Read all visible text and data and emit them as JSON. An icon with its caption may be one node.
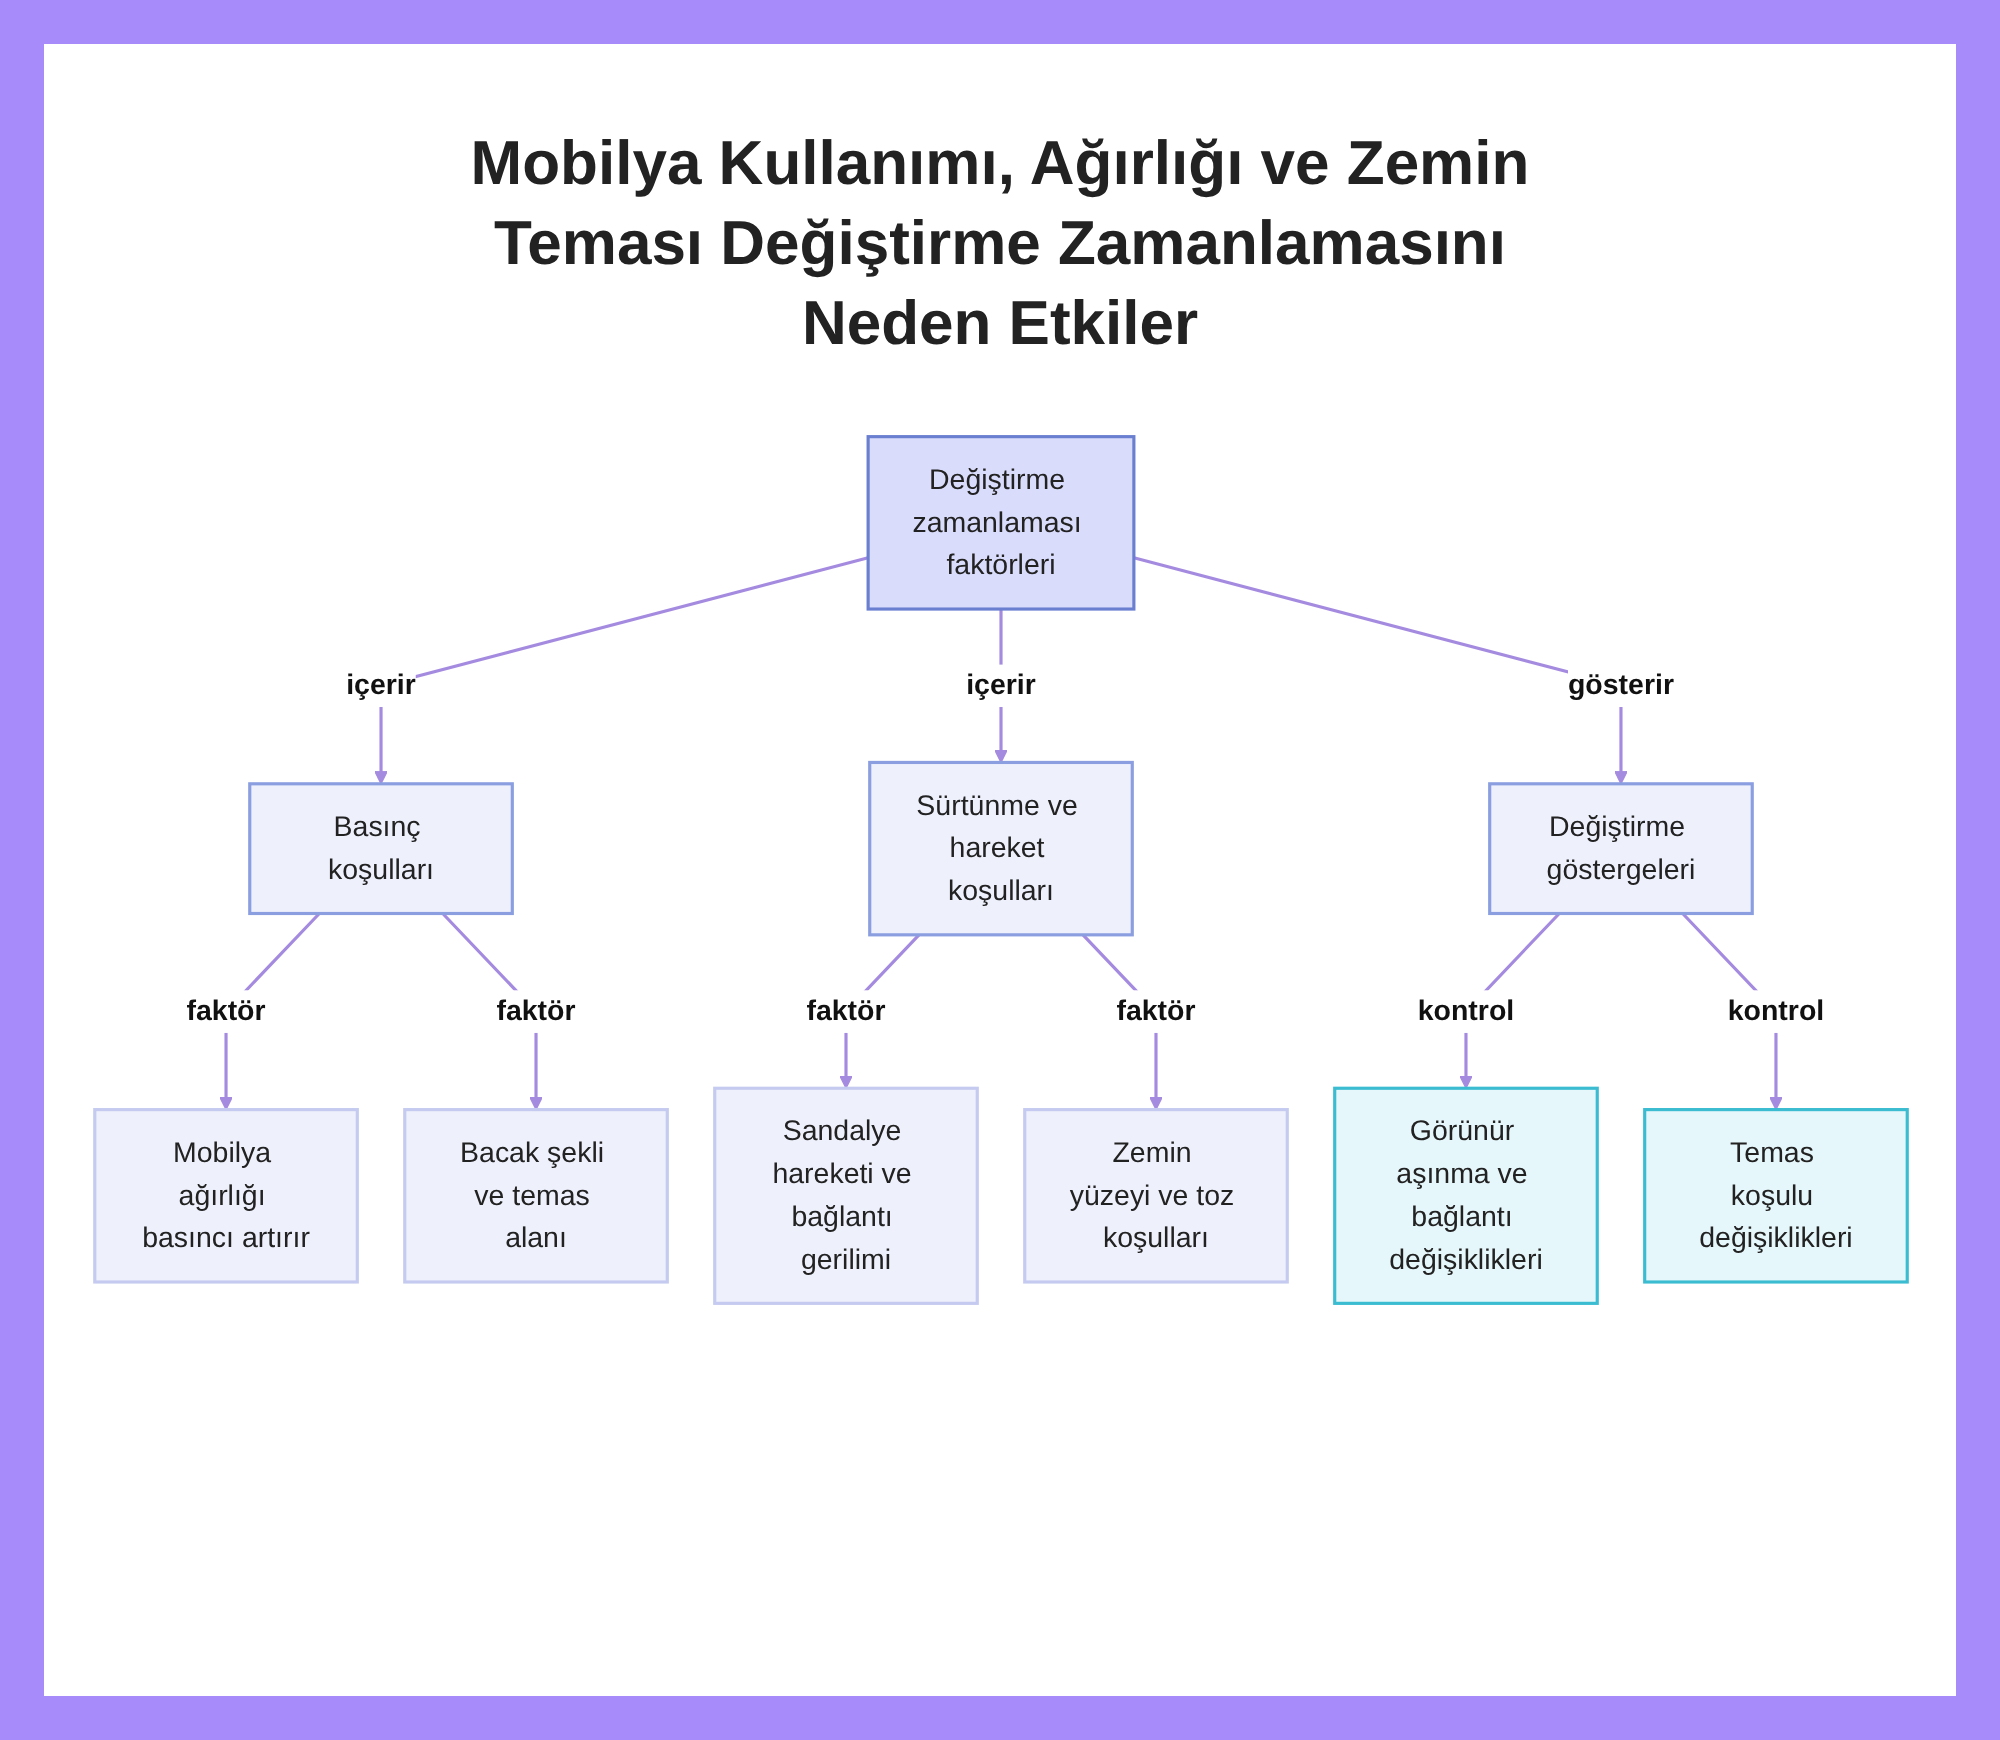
{
  "diagram": {
    "title": "Mobilya Kullanımı, Ağırlığı ve Zemin Teması Değiştirme Zamanlamasını Neden Etkiler",
    "nodes": [
      {
        "text": [
          "Değiştirme zamanlaması faktörleri"
        ]
      },
      {
        "text": [
          "Basınç koşulları"
        ]
      },
      {
        "text": [
          "Sürtünme ve hareket koşulları"
        ]
      },
      {
        "text": [
          "Değiştirme göstergeleri"
        ]
      },
      {
        "text": [
          "Mobilya ağırlığı basıncı artırır"
        ]
      },
      {
        "text": [
          "Bacak şekli ve temas alanı"
        ]
      },
      {
        "text": [
          "Sandalye hareketi ve bağlantı gerilimi"
        ]
      },
      {
        "text": [
          "Zemin yüzeyi ve toz koşulları"
        ]
      },
      {
        "text": [
          "Görünür aşınma ve bağlantı değişiklikleri"
        ]
      },
      {
        "text": [
          "Temas koşulu değişiklikleri"
        ]
      }
    ],
    "edges": [
      {
        "from": 0,
        "to": 1,
        "arrow": "to",
        "label": "içerir"
      },
      {
        "from": 0,
        "to": 2,
        "arrow": "to",
        "label": "içerir"
      },
      {
        "from": 0,
        "to": 3,
        "arrow": "to",
        "label": "gösterir"
      },
      {
        "from": 1,
        "to": 4,
        "arrow": "to",
        "label": "faktör"
      },
      {
        "from": 1,
        "to": 5,
        "arrow": "to",
        "label": "faktör"
      },
      {
        "from": 2,
        "to": 6,
        "arrow": "to",
        "label": "faktör"
      },
      {
        "from": 2,
        "to": 7,
        "arrow": "to",
        "label": "faktör"
      },
      {
        "from": 3,
        "to": 8,
        "arrow": "to",
        "label": "kontrol"
      },
      {
        "from": 3,
        "to": 9,
        "arrow": "to",
        "label": "kontrol"
      }
    ]
  }
}
